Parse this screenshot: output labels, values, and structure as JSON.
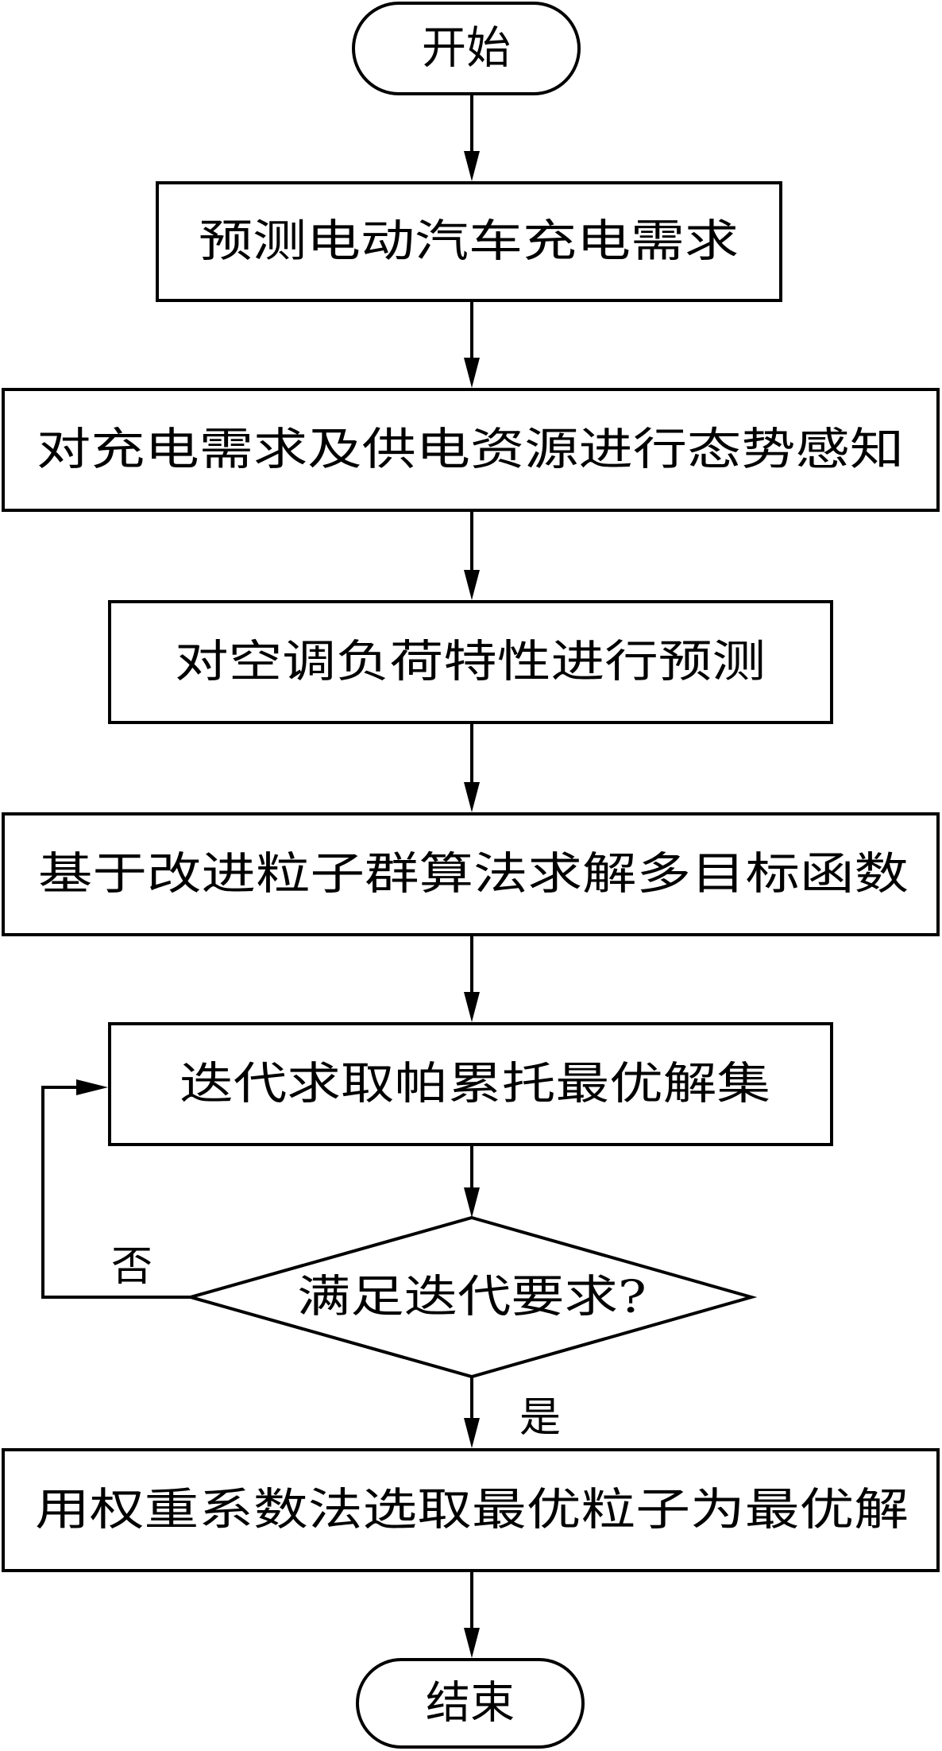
{
  "flowchart": {
    "start": "开始",
    "end": "结束",
    "steps": [
      "预测电动汽车充电需求",
      "对充电需求及供电资源进行态势感知",
      "对空调负荷特性进行预测",
      "基于改进粒子群算法求解多目标函数",
      "迭代求取帕累托最优解集"
    ],
    "decision": "满足迭代要求?",
    "decision_no": "否",
    "decision_yes": "是",
    "final_step": "用权重系数法选取最优粒子为最优解"
  }
}
